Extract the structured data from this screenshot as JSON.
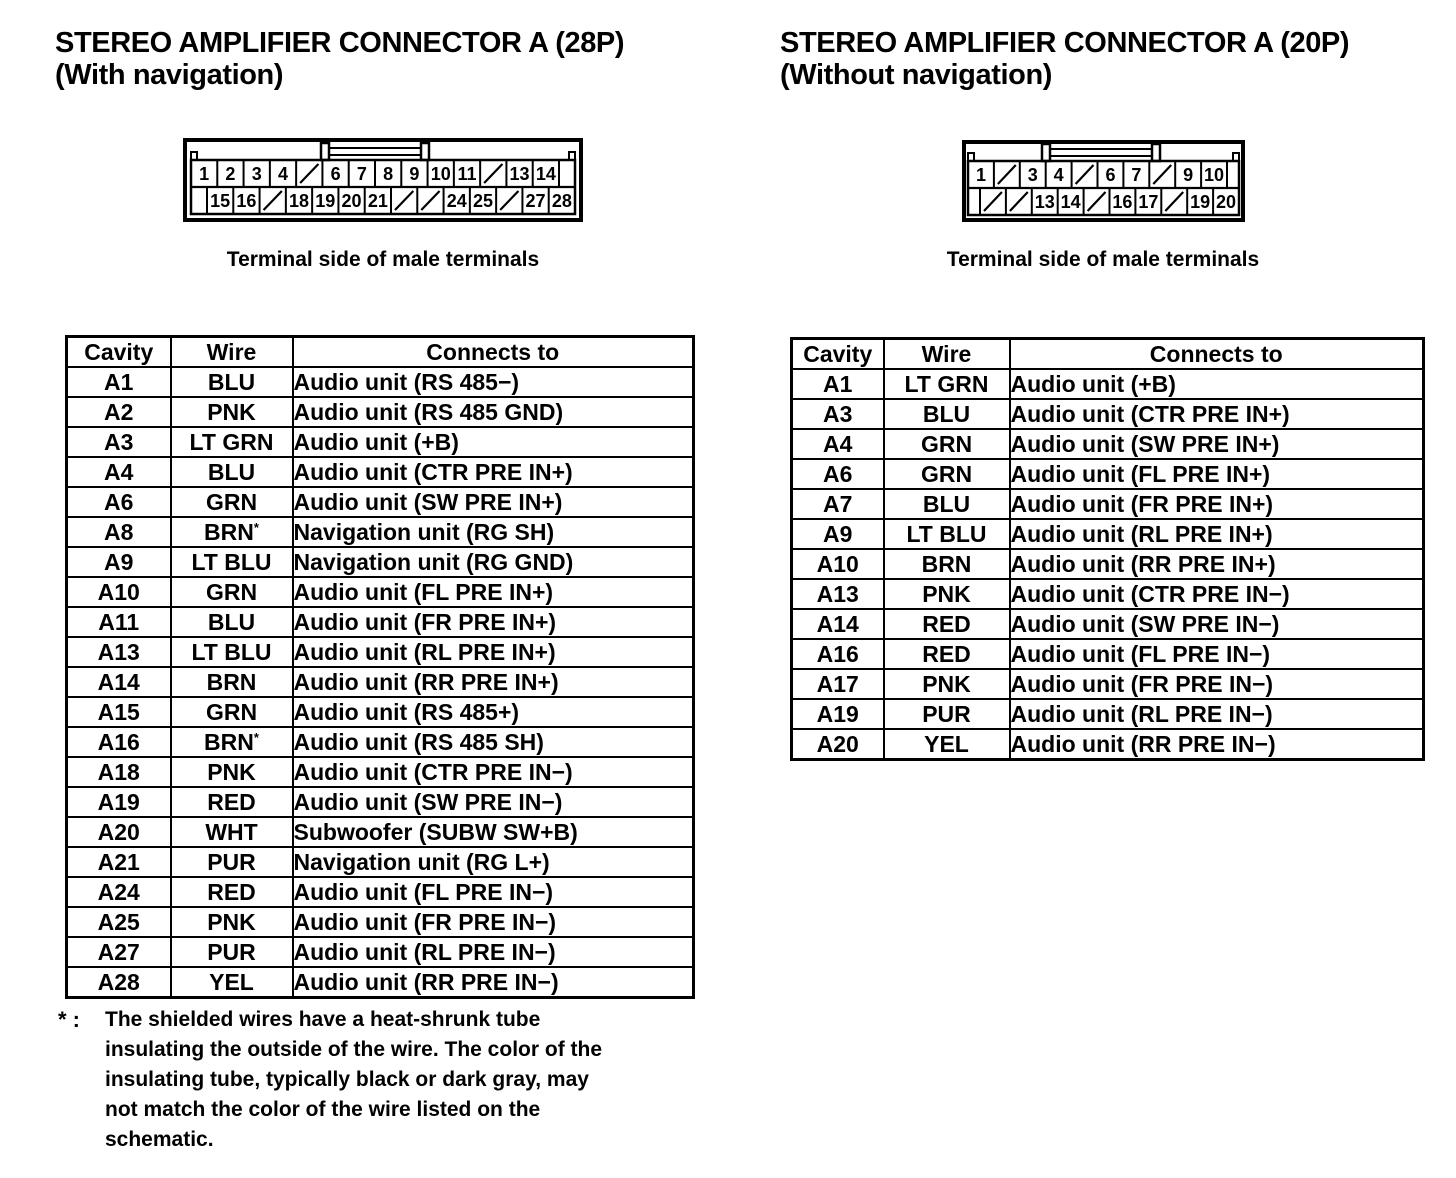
{
  "left": {
    "title_lines": [
      "STEREO AMPLIFIER CONNECTOR A (28P)",
      "(With navigation)"
    ],
    "caption": "Terminal side of male terminals",
    "pins": {
      "top": [
        "1",
        "2",
        "3",
        "4",
        "/",
        "6",
        "7",
        "8",
        "9",
        "10",
        "11",
        "/",
        "13",
        "14"
      ],
      "bottom": [
        "15",
        "16",
        "/",
        "18",
        "19",
        "20",
        "21",
        "/",
        "/",
        "24",
        "25",
        "/",
        "27",
        "28"
      ]
    },
    "table": {
      "headers": [
        "Cavity",
        "Wire",
        "Connects to"
      ],
      "rows": [
        {
          "cavity": "A1",
          "wire": "BLU",
          "mark": "",
          "connects": "Audio unit (RS 485−)"
        },
        {
          "cavity": "A2",
          "wire": "PNK",
          "mark": "",
          "connects": "Audio unit (RS 485 GND)"
        },
        {
          "cavity": "A3",
          "wire": "LT GRN",
          "mark": "",
          "connects": "Audio unit (+B)"
        },
        {
          "cavity": "A4",
          "wire": "BLU",
          "mark": "",
          "connects": "Audio unit (CTR PRE IN+)"
        },
        {
          "cavity": "A6",
          "wire": "GRN",
          "mark": "",
          "connects": "Audio unit (SW PRE IN+)"
        },
        {
          "cavity": "A8",
          "wire": "BRN",
          "mark": "*",
          "connects": "Navigation unit (RG SH)"
        },
        {
          "cavity": "A9",
          "wire": "LT BLU",
          "mark": "",
          "connects": "Navigation unit (RG GND)"
        },
        {
          "cavity": "A10",
          "wire": "GRN",
          "mark": "",
          "connects": "Audio unit (FL PRE IN+)"
        },
        {
          "cavity": "A11",
          "wire": "BLU",
          "mark": "",
          "connects": "Audio unit (FR PRE IN+)"
        },
        {
          "cavity": "A13",
          "wire": "LT BLU",
          "mark": "",
          "connects": "Audio unit (RL PRE IN+)"
        },
        {
          "cavity": "A14",
          "wire": "BRN",
          "mark": "",
          "connects": "Audio unit (RR PRE IN+)"
        },
        {
          "cavity": "A15",
          "wire": "GRN",
          "mark": "",
          "connects": "Audio unit (RS 485+)"
        },
        {
          "cavity": "A16",
          "wire": "BRN",
          "mark": "*",
          "connects": "Audio unit (RS 485 SH)"
        },
        {
          "cavity": "A18",
          "wire": "PNK",
          "mark": "",
          "connects": "Audio unit (CTR PRE IN−)"
        },
        {
          "cavity": "A19",
          "wire": "RED",
          "mark": "",
          "connects": "Audio unit (SW PRE IN−)"
        },
        {
          "cavity": "A20",
          "wire": "WHT",
          "mark": "",
          "connects": "Subwoofer (SUBW SW+B)"
        },
        {
          "cavity": "A21",
          "wire": "PUR",
          "mark": "",
          "connects": "Navigation unit (RG L+)"
        },
        {
          "cavity": "A24",
          "wire": "RED",
          "mark": "",
          "connects": "Audio unit (FL PRE IN−)"
        },
        {
          "cavity": "A25",
          "wire": "PNK",
          "mark": "",
          "connects": "Audio unit (FR PRE IN−)"
        },
        {
          "cavity": "A27",
          "wire": "PUR",
          "mark": "",
          "connects": "Audio unit (RL PRE IN−)"
        },
        {
          "cavity": "A28",
          "wire": "YEL",
          "mark": "",
          "connects": "Audio unit (RR PRE IN−)"
        }
      ]
    }
  },
  "right": {
    "title_lines": [
      "STEREO AMPLIFIER CONNECTOR A (20P)",
      "(Without navigation)"
    ],
    "caption": "Terminal side of male terminals",
    "pins": {
      "top": [
        "1",
        "/",
        "3",
        "4",
        "/",
        "6",
        "7",
        "/",
        "9",
        "10"
      ],
      "bottom": [
        "/",
        "/",
        "13",
        "14",
        "/",
        "16",
        "17",
        "/",
        "19",
        "20"
      ]
    },
    "table": {
      "headers": [
        "Cavity",
        "Wire",
        "Connects to"
      ],
      "rows": [
        {
          "cavity": "A1",
          "wire": "LT GRN",
          "mark": "",
          "connects": "Audio unit (+B)"
        },
        {
          "cavity": "A3",
          "wire": "BLU",
          "mark": "",
          "connects": "Audio unit (CTR PRE IN+)"
        },
        {
          "cavity": "A4",
          "wire": "GRN",
          "mark": "",
          "connects": "Audio unit (SW PRE IN+)"
        },
        {
          "cavity": "A6",
          "wire": "GRN",
          "mark": "",
          "connects": "Audio unit (FL PRE IN+)"
        },
        {
          "cavity": "A7",
          "wire": "BLU",
          "mark": "",
          "connects": "Audio unit (FR PRE IN+)"
        },
        {
          "cavity": "A9",
          "wire": "LT BLU",
          "mark": "",
          "connects": "Audio unit (RL PRE IN+)"
        },
        {
          "cavity": "A10",
          "wire": "BRN",
          "mark": "",
          "connects": "Audio unit (RR PRE IN+)"
        },
        {
          "cavity": "A13",
          "wire": "PNK",
          "mark": "",
          "connects": "Audio unit (CTR PRE IN−)"
        },
        {
          "cavity": "A14",
          "wire": "RED",
          "mark": "",
          "connects": "Audio unit (SW PRE IN−)"
        },
        {
          "cavity": "A16",
          "wire": "RED",
          "mark": "",
          "connects": "Audio unit (FL PRE IN−)"
        },
        {
          "cavity": "A17",
          "wire": "PNK",
          "mark": "",
          "connects": "Audio unit (FR PRE IN−)"
        },
        {
          "cavity": "A19",
          "wire": "PUR",
          "mark": "",
          "connects": "Audio unit (RL PRE IN−)"
        },
        {
          "cavity": "A20",
          "wire": "YEL",
          "mark": "",
          "connects": "Audio unit (RR PRE IN−)"
        }
      ]
    }
  },
  "footnote": {
    "marker": "* :",
    "lines": [
      "The shielded wires have a heat-shrunk tube",
      "insulating the outside of the wire. The color of the",
      "insulating tube, typically black or dark gray, may",
      "not match the color of the wire listed on the",
      "schematic."
    ]
  }
}
